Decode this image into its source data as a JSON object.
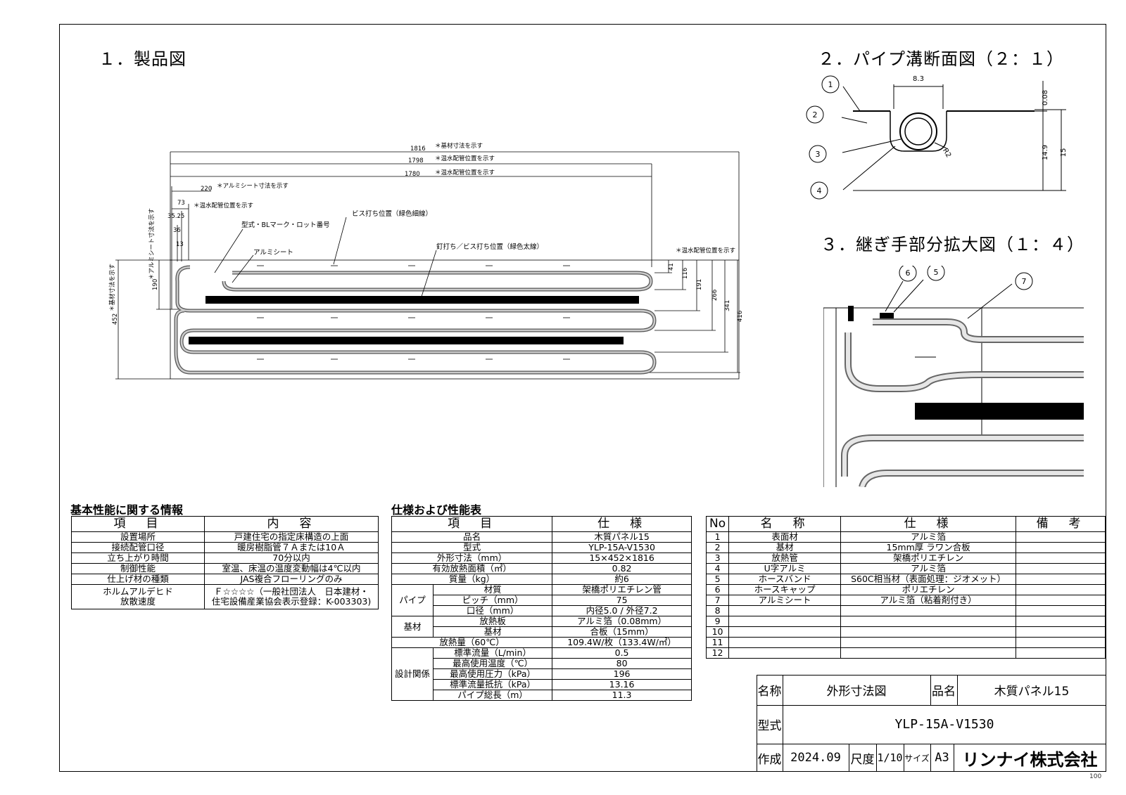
{
  "sections": {
    "s1": "１．製品図",
    "s2": "２．パイプ溝断面図（２：１）",
    "s3": "３．継ぎ手部分拡大図（１：４）"
  },
  "drawing1": {
    "dims": {
      "d1816": "1816",
      "d1798": "1798",
      "d1780": "1780",
      "d220": "220",
      "d73": "73",
      "d3525": "35.25",
      "d36": "36",
      "d13": "13",
      "d190": "190",
      "d452": "452",
      "d41": "41",
      "d116": "116",
      "d191": "191",
      "d266": "266",
      "d341": "341",
      "d416": "416"
    },
    "notes": {
      "base": "＊基材寸法を示す",
      "pipe1": "＊温水配管位置を示す",
      "pipe2": "＊温水配管位置を示す",
      "alu": "＊アルミシート寸法を示す",
      "pipe3": "＊温水配管位置を示す",
      "pipe4": "＊温水配管位置を示す",
      "alu_v": "＊アルミシート寸法を示す",
      "base_v": "＊基材寸法を示す"
    },
    "labels": {
      "model": "型式・BLマーク・ロット番号",
      "screw": "ビス打ち位置（緑色細線）",
      "alusheet": "アルミシート",
      "nail": "釘打ち／ビス打ち位置（緑色太線）"
    }
  },
  "drawing2": {
    "dims": {
      "d83": "8.3",
      "d008": "0.08",
      "d149": "14.9",
      "d15": "15",
      "r2": "R2"
    },
    "balloons": [
      "1",
      "2",
      "3",
      "4"
    ]
  },
  "drawing3": {
    "balloons": [
      "6",
      "5",
      "7"
    ]
  },
  "basic": {
    "title": "基本性能に関する情報",
    "headers": [
      "項　目",
      "内　容"
    ],
    "rows": [
      [
        "設置場所",
        "戸建住宅の指定床構造の上面"
      ],
      [
        "接続配管口径",
        "暖房樹脂管７Ａまたは10Ａ"
      ],
      [
        "立ち上がり時間",
        "70分以内"
      ],
      [
        "制御性能",
        "室温、床温の温度変動幅は4℃以内"
      ],
      [
        "仕上げ材の種類",
        "JAS複合フローリングのみ"
      ]
    ],
    "formaldehyde": {
      "label1": "ホルムアルデヒド",
      "label2": "放散速度",
      "value1": "Ｆ☆☆☆☆（一般社団法人　日本建材・",
      "value2": "住宅設備産業協会表示登録：K-003303)"
    }
  },
  "spec": {
    "title": "仕様および性能表",
    "headers": [
      "項　目",
      "仕　様"
    ],
    "top": [
      [
        "品名",
        "木質パネル15"
      ],
      [
        "型式",
        "YLP-15A-V1530"
      ],
      [
        "外形寸法（mm）",
        "15×452×1816"
      ],
      [
        "有効放熱面積（㎡）",
        "0.82"
      ],
      [
        "質量（kg）",
        "約6"
      ]
    ],
    "pipe_group": "パイプ",
    "pipe": [
      [
        "材質",
        "架橋ポリエチレン管"
      ],
      [
        "ピッチ（mm）",
        "75"
      ],
      [
        "口径（mm）",
        "内径5.0 / 外径7.2"
      ]
    ],
    "base_group": "基材",
    "base": [
      [
        "放熱板",
        "アルミ箔（0.08mm）"
      ],
      [
        "基材",
        "合板（15mm）"
      ]
    ],
    "heat": [
      "放熱量（60℃）",
      "109.4W/枚（133.4W/㎡）"
    ],
    "design_group": "設計関係",
    "design": [
      [
        "標準流量（L/min）",
        "0.5"
      ],
      [
        "最高使用温度（℃）",
        "80"
      ],
      [
        "最高使用圧力（kPa）",
        "196"
      ],
      [
        "標準流量抵抗（kPa）",
        "13.16"
      ],
      [
        "パイプ総長（m）",
        "11.3"
      ]
    ]
  },
  "parts": {
    "headers": [
      "No",
      "名　称",
      "仕　様",
      "備　考"
    ],
    "rows": [
      [
        "1",
        "表面材",
        "アルミ箔",
        ""
      ],
      [
        "2",
        "基材",
        "15mm厚 ラワン合板",
        ""
      ],
      [
        "3",
        "放熱管",
        "架橋ポリエチレン",
        ""
      ],
      [
        "4",
        "U字アルミ",
        "アルミ箔",
        ""
      ],
      [
        "5",
        "ホースバンド",
        "S60C相当材（表面処理：ジオメット）",
        ""
      ],
      [
        "6",
        "ホースキャップ",
        "ポリエチレン",
        ""
      ],
      [
        "7",
        "アルミシート",
        "アルミ箔（粘着剤付き）",
        ""
      ],
      [
        "8",
        "",
        "",
        ""
      ],
      [
        "9",
        "",
        "",
        ""
      ],
      [
        "10",
        "",
        "",
        ""
      ],
      [
        "11",
        "",
        "",
        ""
      ],
      [
        "12",
        "",
        "",
        ""
      ]
    ]
  },
  "titleblock": {
    "name_label": "名称",
    "name": "外形寸法図",
    "product_label": "品名",
    "product": "木質パネル15",
    "model_label": "型式",
    "model": "YLP-15A-V1530",
    "made_label": "作成",
    "date": "2024.09",
    "scale_label": "尺度",
    "scale": "1/10",
    "size_label": "サイズ",
    "size": "A3",
    "company": "リンナイ株式会社"
  },
  "page_no": "100"
}
